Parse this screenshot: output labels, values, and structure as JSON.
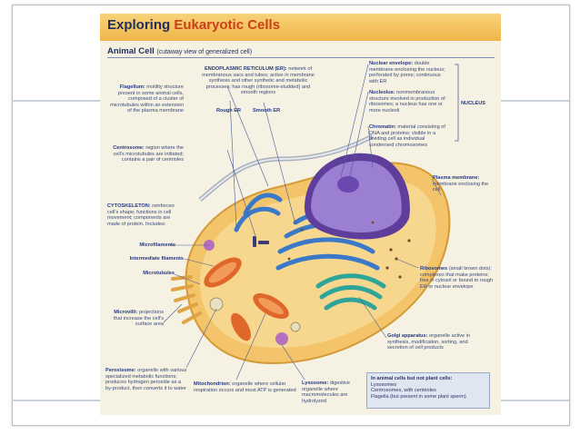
{
  "title": {
    "main": "Exploring",
    "accent": "Eukaryotic Cells"
  },
  "subtitle": {
    "main": "Animal Cell",
    "detail": "(cutaway view of generalized cell)"
  },
  "labels": {
    "er": {
      "name": "ENDOPLASMIC RETICULUM (ER):",
      "desc": "network of membranous sacs and tubes; active in membrane synthesis and other synthetic and metabolic processes; has rough (ribosome-studded) and smooth regions"
    },
    "rough_er": "Rough ER",
    "smooth_er": "Smooth ER",
    "flagellum": {
      "name": "Flagellum:",
      "desc": "motility structure present in some animal cells, composed of a cluster of microtubules within an extension of the plasma membrane"
    },
    "centrosome": {
      "name": "Centrosome:",
      "desc": "region where the cell's microtubules are initiated; contains a pair of centrioles"
    },
    "cytoskeleton": {
      "name": "CYTOSKELETON:",
      "desc": "reinforces cell's shape; functions in cell movement; components are made of protein. Includes:"
    },
    "microfilaments": "Microfilaments",
    "intermediate_filaments": "Intermediate filaments",
    "microtubules": "Microtubules",
    "microvilli": {
      "name": "Microvilli:",
      "desc": "projections that increase the cell's surface area"
    },
    "peroxisome": {
      "name": "Peroxisome:",
      "desc": "organelle with various specialized metabolic functions; produces hydrogen peroxide as a by-product, then converts it to water"
    },
    "mitochondrion": {
      "name": "Mitochondrion:",
      "desc": "organelle where cellular respiration occurs and most ATP is generated"
    },
    "lysosome": {
      "name": "Lysosome:",
      "desc": "digestive organelle where macromolecules are hydrolyzed"
    },
    "nuclear_envelope": {
      "name": "Nuclear envelope:",
      "desc": "double membrane enclosing the nucleus; perforated by pores; continuous with ER"
    },
    "nucleolus": {
      "name": "Nucleolus:",
      "desc": "nonmembranous structure involved in production of ribosomes; a nucleus has one or more nucleoli"
    },
    "chromatin": {
      "name": "Chromatin:",
      "desc": "material consisting of DNA and proteins; visible in a dividing cell as individual condensed chromosomes"
    },
    "nucleus": "NUCLEUS",
    "plasma_membrane": {
      "name": "Plasma membrane:",
      "desc": "membrane enclosing the cell"
    },
    "ribosomes": {
      "name": "Ribosomes",
      "desc": "(small brown dots): complexes that make proteins; free in cytosol or bound to rough ER or nuclear envelope"
    },
    "golgi": {
      "name": "Golgi apparatus:",
      "desc": "organelle active in synthesis, modification, sorting, and secretion of cell products"
    }
  },
  "info_box": {
    "heading": "In animal cells but not plant cells:",
    "items": [
      "Lysosomes",
      "Centrosomes, with centrioles",
      "Flagella (but present in some plant sperm)"
    ]
  },
  "colors": {
    "title_accent": "#c94017",
    "title_bar": "#f0b548",
    "label_text": "#233a86",
    "cytoplasm": "#f3c46a",
    "nucleus": "#7e5bb8",
    "er": "#3a79c8",
    "golgi": "#2fa59a",
    "mitochondria": "#e0672a"
  }
}
